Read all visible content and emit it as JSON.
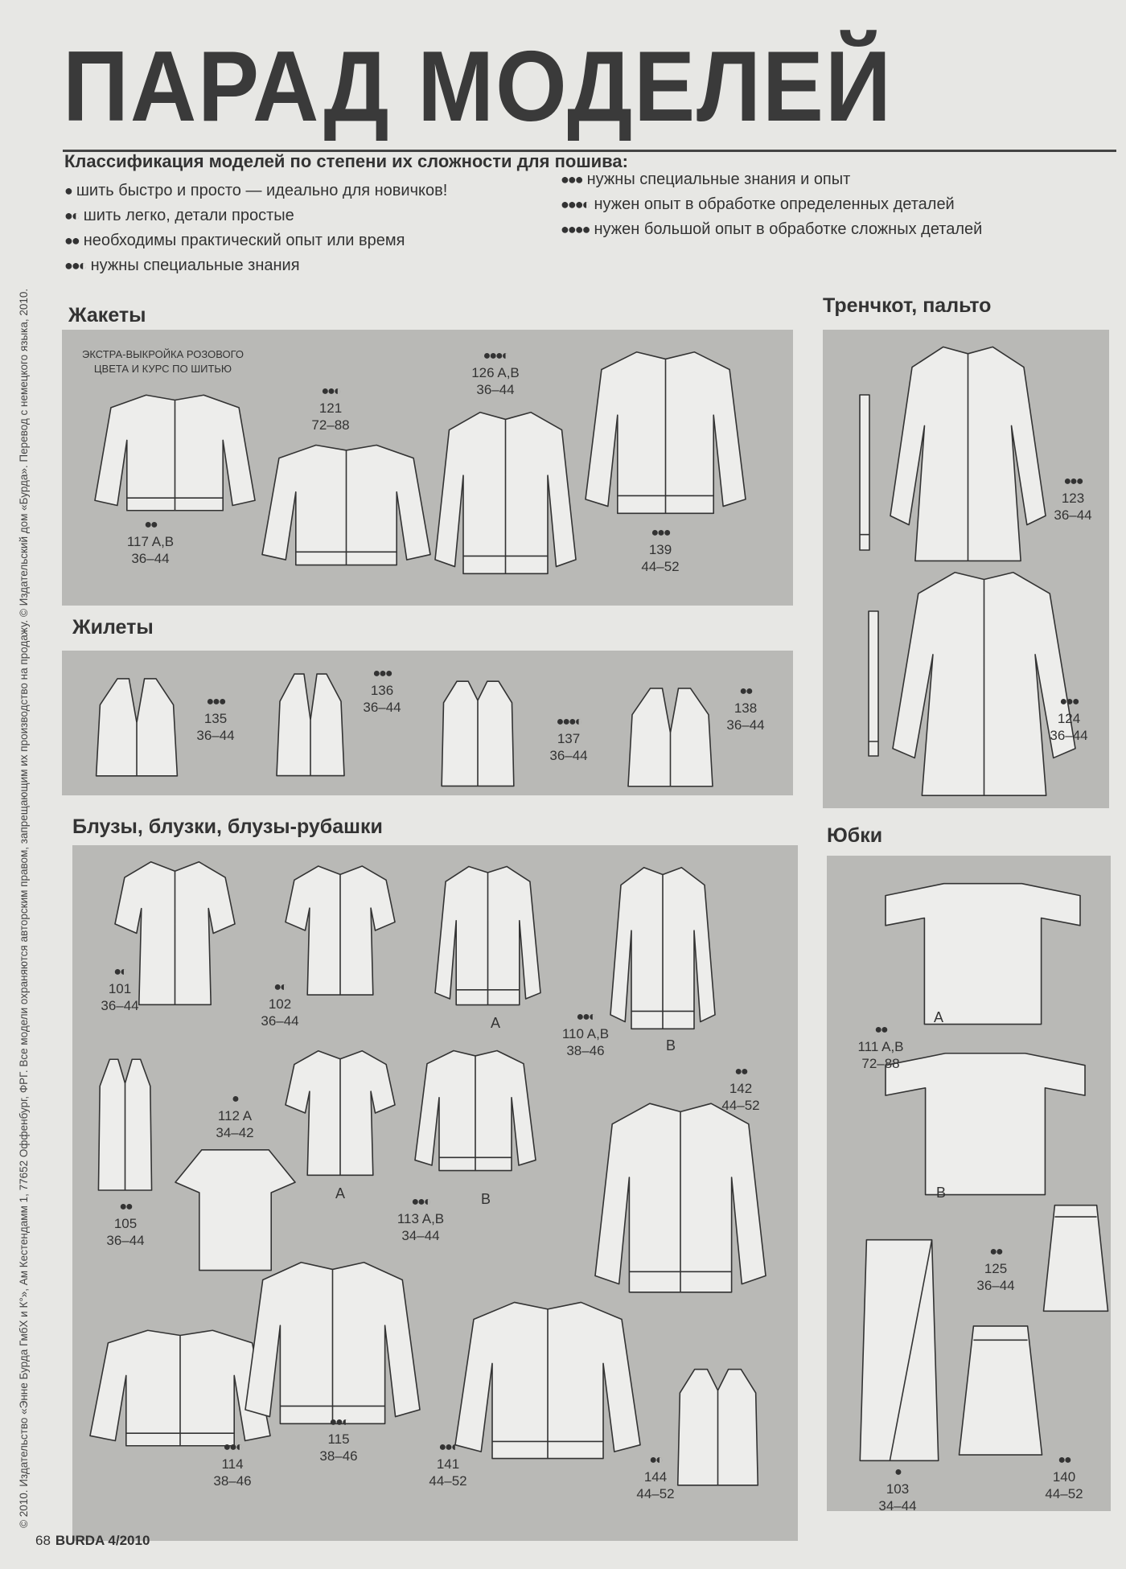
{
  "title": "ПАРАД МОДЕЛЕЙ",
  "legend": {
    "heading": "Классификация моделей по степени их сложности для пошива:",
    "items": [
      {
        "dots": "●",
        "text": "шить быстро и просто — идеально для новичков!"
      },
      {
        "dots": "●◐",
        "text": "шить легко, детали простые"
      },
      {
        "dots": "●●",
        "text": "необходимы практический опыт или время"
      },
      {
        "dots": "●●◐",
        "text": "нужны специальные знания"
      },
      {
        "dots": "●●●",
        "text": "нужны специальные знания и опыт"
      },
      {
        "dots": "●●●◐",
        "text": "нужен опыт в обработке определенных деталей"
      },
      {
        "dots": "●●●●",
        "text": "нужен большой опыт в обработке сложных деталей"
      }
    ]
  },
  "sections": {
    "jackets": "Жакеты",
    "coats": "Тренчкот, пальто",
    "vests": "Жилеты",
    "blouses": "Блузы, блузки, блузы-рубашки",
    "skirts": "Юбки"
  },
  "extra_note": "ЭКСТРА-ВЫКРОЙКА РОЗОВОГО ЦВЕТА И КУРС ПО ШИТЬЮ",
  "models": [
    {
      "dots": "●●",
      "num": "117 A,B",
      "sizes": "36–44"
    },
    {
      "dots": "●●◐",
      "num": "121",
      "sizes": "72–88"
    },
    {
      "dots": "●●●◐",
      "num": "126 A,B",
      "sizes": "36–44"
    },
    {
      "dots": "●●●",
      "num": "139",
      "sizes": "44–52"
    },
    {
      "dots": "●●●",
      "num": "123",
      "sizes": "36–44"
    },
    {
      "dots": "●●●",
      "num": "135",
      "sizes": "36–44"
    },
    {
      "dots": "●●●",
      "num": "136",
      "sizes": "36–44"
    },
    {
      "dots": "●●●◐",
      "num": "137",
      "sizes": "36–44"
    },
    {
      "dots": "●●",
      "num": "138",
      "sizes": "36–44"
    },
    {
      "dots": "●●●",
      "num": "124",
      "sizes": "36–44"
    },
    {
      "dots": "●◐",
      "num": "101",
      "sizes": "36–44"
    },
    {
      "dots": "●◐",
      "num": "102",
      "sizes": "36–44"
    },
    {
      "dots": "●●◐",
      "num": "110 A,B",
      "sizes": "38–46"
    },
    {
      "dots": "●",
      "num": "112 A",
      "sizes": "34–42"
    },
    {
      "dots": "●●",
      "num": "142",
      "sizes": "44–52"
    },
    {
      "dots": "●●",
      "num": "105",
      "sizes": "36–44"
    },
    {
      "dots": "●●◐",
      "num": "113 A,B",
      "sizes": "34–44"
    },
    {
      "dots": "●●◐",
      "num": "115",
      "sizes": "38–46"
    },
    {
      "dots": "●●◐",
      "num": "114",
      "sizes": "38–46"
    },
    {
      "dots": "●●◐",
      "num": "141",
      "sizes": "44–52"
    },
    {
      "dots": "●◐",
      "num": "144",
      "sizes": "44–52"
    },
    {
      "dots": "●●",
      "num": "111 A,B",
      "sizes": "72–88"
    },
    {
      "dots": "●●",
      "num": "125",
      "sizes": "36–44"
    },
    {
      "dots": "●",
      "num": "103",
      "sizes": "34–44"
    },
    {
      "dots": "●●",
      "num": "140",
      "sizes": "44–52"
    }
  ],
  "variant_letters": {
    "a": "A",
    "b": "B"
  },
  "side_credit": "© 2010. Издательство «Энне Бурда ГмбХ и К°», Ам Кестендамм 1, 77652 Оффенбург, ФРГ. Все модели охраняются авторским правом, запрещающим их производство на продажу. © Издательский дом «Бурда». Перевод с немецкого языка, 2010.",
  "footer": {
    "page": "68",
    "issue": "BURDA 4/2010"
  }
}
